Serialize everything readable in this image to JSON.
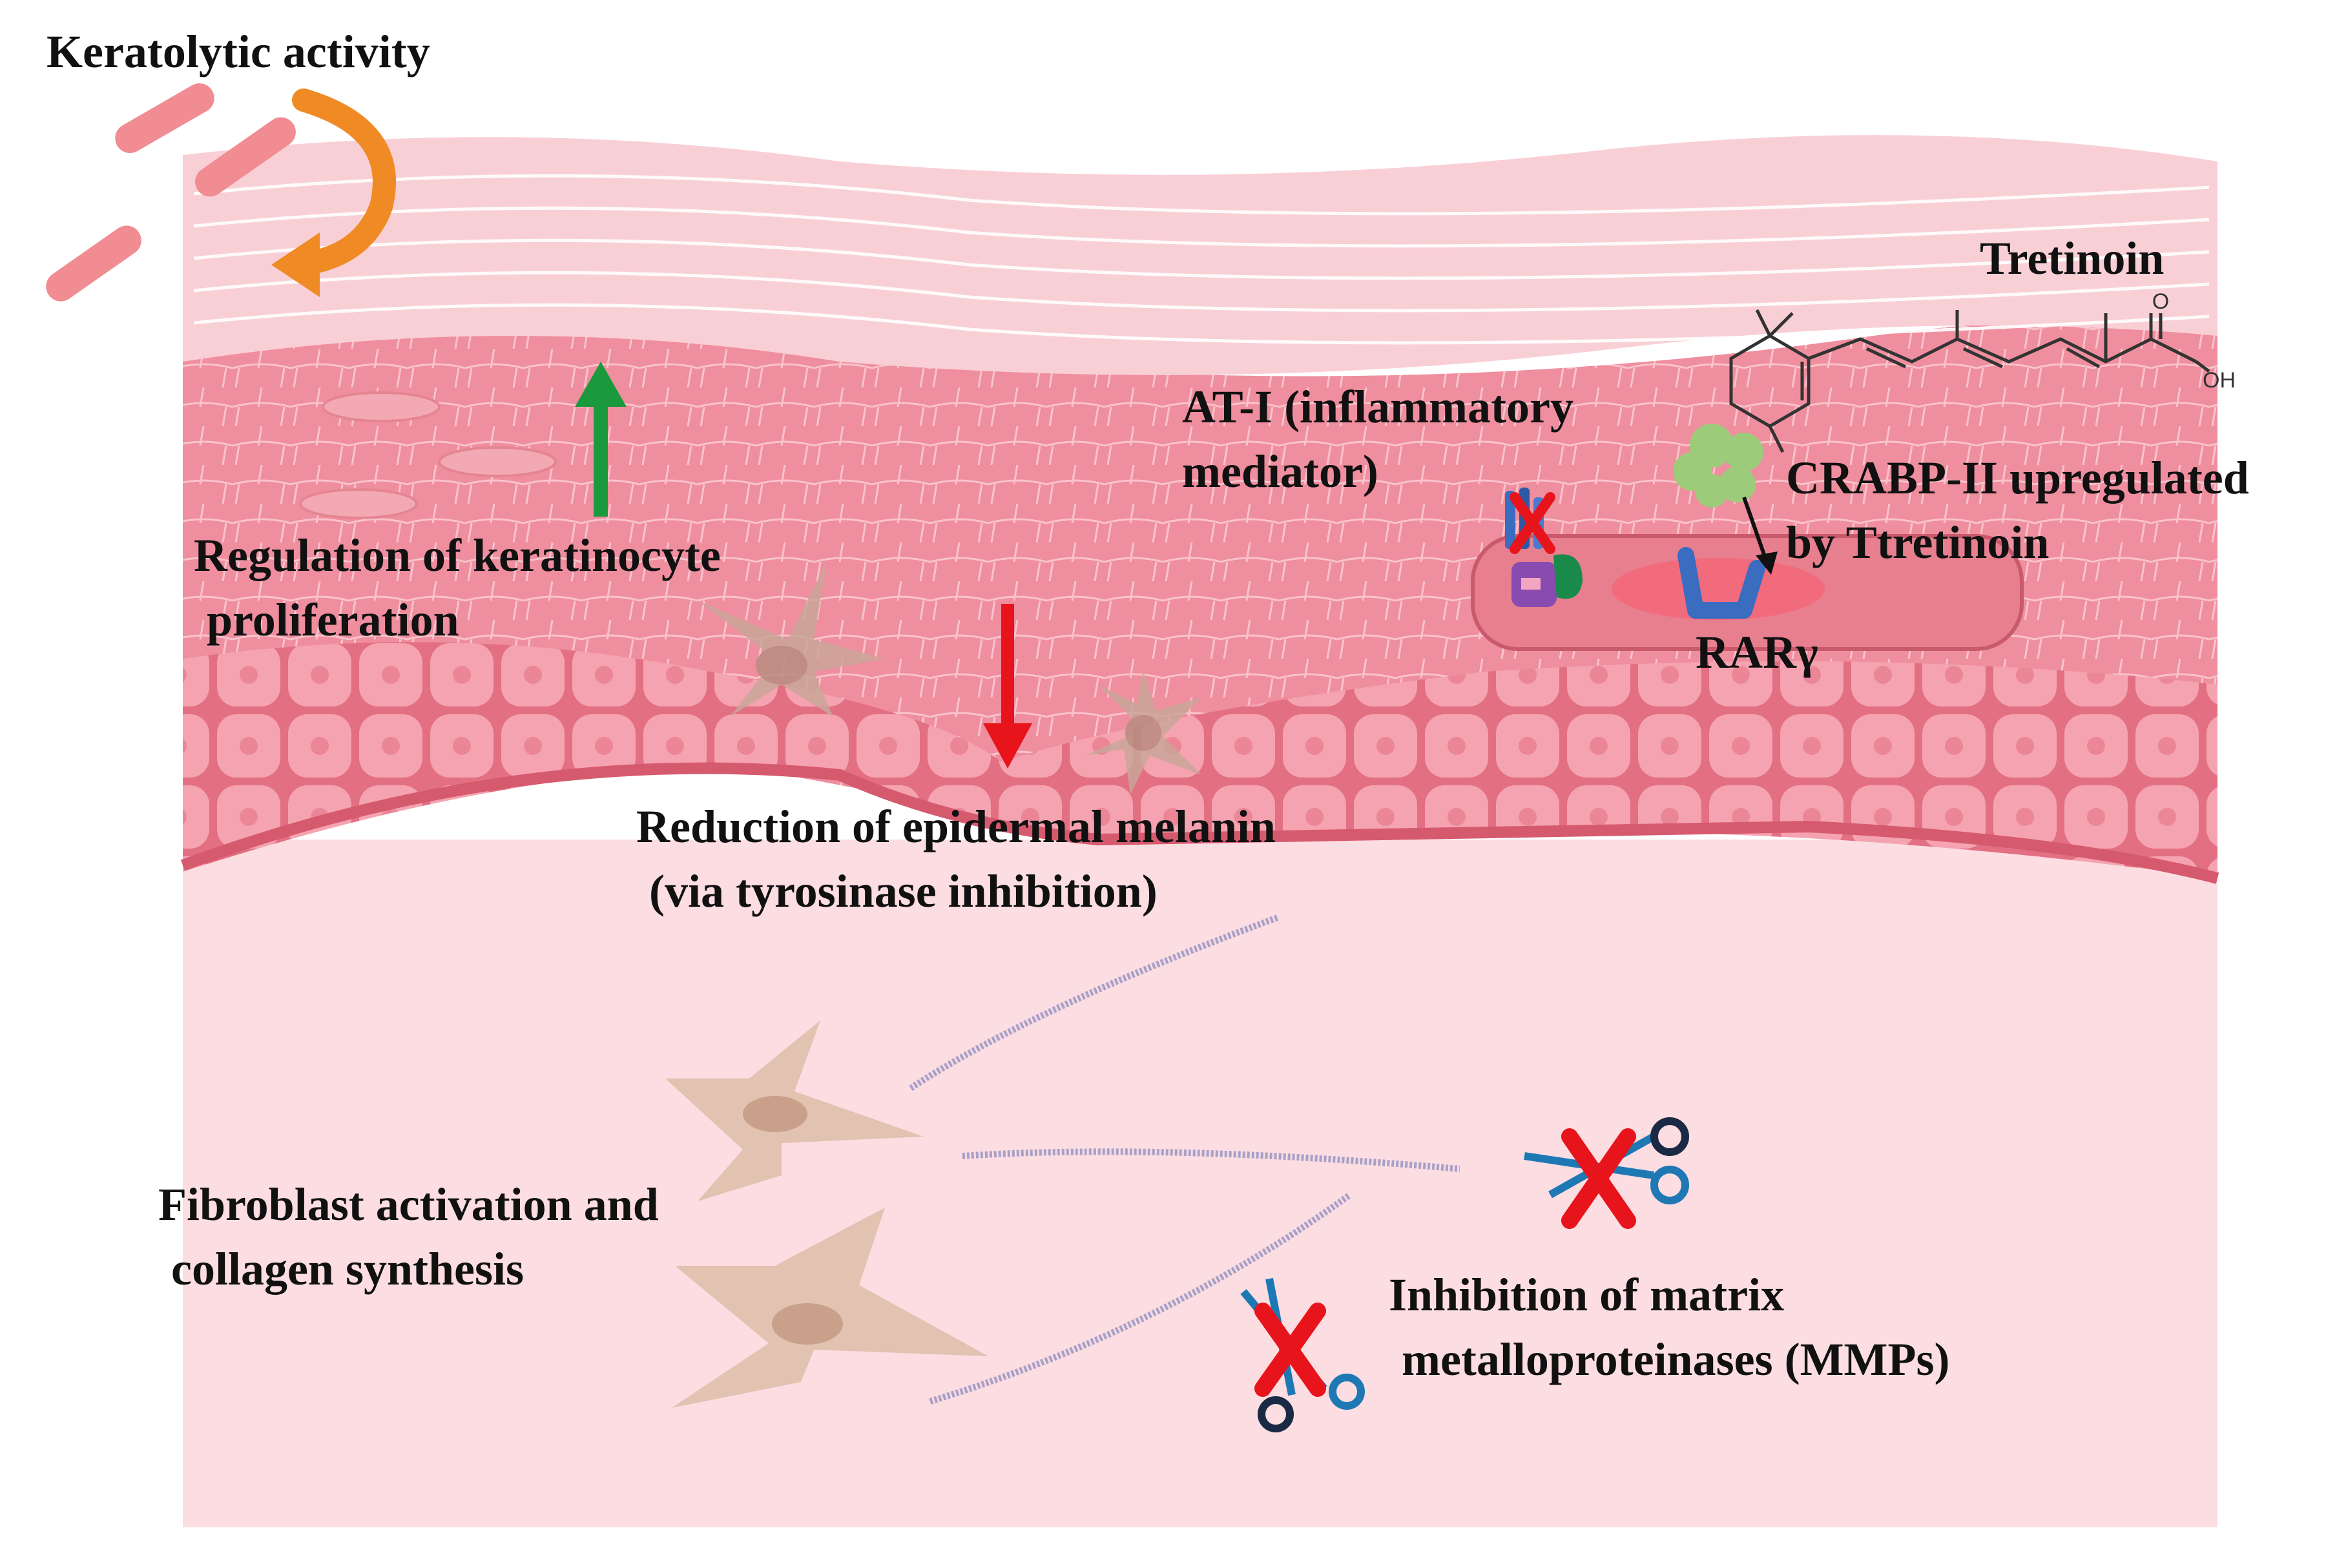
{
  "labels": {
    "keratolytic": "Keratolytic activity",
    "tretinoin": "Tretinoin",
    "at1_line1": "AT-I (inflammatory",
    "at1_line2": "mediator)",
    "crabp_line1": "CRABP-II upregulated",
    "crabp_line2": "by Ttretinoin",
    "rar": "RARγ",
    "keratinocyte_line1": "Regulation of keratinocyte",
    "keratinocyte_line2": "proliferation",
    "melanin_line1": "Reduction of epidermal melanin",
    "melanin_line2": "(via tyrosinase inhibition)",
    "fibroblast_line1": "Fibroblast activation and",
    "fibroblast_line2": "collagen synthesis",
    "mmp_line1": "Inhibition of matrix",
    "mmp_line2": "metalloproteinases (MMPs)"
  },
  "chem": {
    "oxygen": "O",
    "hydroxyl": "OH"
  },
  "colors": {
    "stratum_corneum": "#f9cfd6",
    "epidermis": "#ef8e9e",
    "epidermis_dark": "#e06d80",
    "basal_cells": "#f5a3b0",
    "dermis": "#fbdde2",
    "orange_arrow": "#f08a24",
    "green_arrow": "#1a9a3c",
    "red_arrow": "#e8141c",
    "fibroblast": "#e2c2b0",
    "collagen": "#a8a0c8",
    "scissors": "#1e78b4",
    "red_x": "#e8141c",
    "crabp": "#9ccc7a",
    "rar": "#3a6cc0"
  },
  "icons": [
    "orange-curved-arrow-icon",
    "green-up-arrow-icon",
    "red-down-arrow-icon",
    "scissors-icon",
    "red-x-icon",
    "tretinoin-structure-icon"
  ]
}
